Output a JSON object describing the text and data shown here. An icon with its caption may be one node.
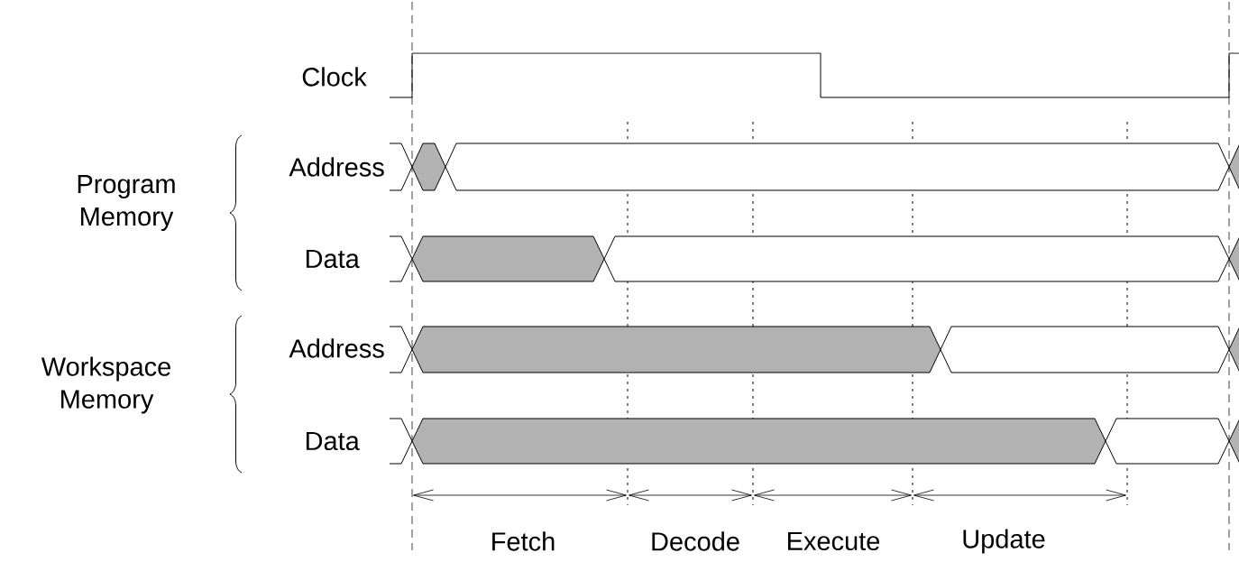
{
  "diagram": {
    "labels": [
      "Clock",
      "Program Memory",
      "Address",
      "Data",
      "Workspace Memory",
      "Address",
      "Data",
      "Fetch",
      "Decode",
      "Execute",
      "Update"
    ]
  }
}
